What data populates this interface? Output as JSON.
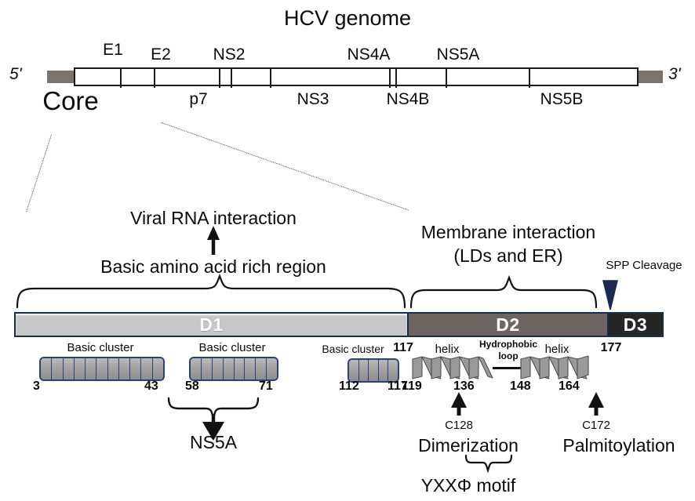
{
  "genome": {
    "title": "HCV genome",
    "five_prime": "5'",
    "three_prime": "3'",
    "labels_above": [
      "E1",
      "E2",
      "NS2",
      "NS4A",
      "NS5A"
    ],
    "labels_below": [
      "Core",
      "p7",
      "NS3",
      "NS4B",
      "NS5B"
    ],
    "segments": [
      {
        "name": "Core",
        "label": "Core"
      },
      {
        "name": "E1",
        "label": "E1"
      },
      {
        "name": "E2",
        "label": "E2"
      },
      {
        "name": "p7",
        "label": "p7"
      },
      {
        "name": "NS2",
        "label": "NS2"
      },
      {
        "name": "NS3",
        "label": "NS3"
      },
      {
        "name": "NS4A",
        "label": "NS4A"
      },
      {
        "name": "NS4B",
        "label": "NS4B"
      },
      {
        "name": "NS5A",
        "label": "NS5A"
      },
      {
        "name": "NS5B",
        "label": "NS5B"
      }
    ]
  },
  "core": {
    "headings": {
      "viral_rna": "Viral RNA interaction",
      "basic_region": "Basic amino acid rich region",
      "membrane_1": "Membrane interaction",
      "membrane_2": "(LDs and ER)",
      "spp": "SPP Cleavage"
    },
    "domains": [
      {
        "id": "D1",
        "label": "D1"
      },
      {
        "id": "D2",
        "label": "D2"
      },
      {
        "id": "D3",
        "label": "D3"
      }
    ],
    "basic_clusters": [
      {
        "label": "Basic cluster",
        "start": "3",
        "end": "43"
      },
      {
        "label": "Basic cluster",
        "start": "58",
        "end": "71"
      },
      {
        "label": "Basic cluster",
        "start": "112",
        "end": "117"
      }
    ],
    "d1_end_residue": "117",
    "d2_end_residue": "177",
    "helices": [
      {
        "label": "helix",
        "start": "119",
        "end": "136"
      },
      {
        "label": "helix",
        "start": "148",
        "end": "164"
      }
    ],
    "hydrophobic_loop": {
      "line1": "Hydrophobic",
      "line2": "loop"
    },
    "annotations": [
      {
        "name": "ns5a",
        "label": "NS5A"
      },
      {
        "name": "dimerization",
        "residue": "C128",
        "label": "Dimerization"
      },
      {
        "name": "yxxphi",
        "label": "YXXΦ motif"
      },
      {
        "name": "palmitoylation",
        "residue": "C172",
        "label": "Palmitoylation"
      }
    ]
  },
  "colors": {
    "domain_border": "#1c2a52",
    "d1_fill": "#c7c7c7",
    "d2_fill": "#6e6562",
    "d3_fill": "#262626",
    "utr_gray": "#7a736e",
    "barrel_border": "#2e4272",
    "helix_fill": "#9a9a9a",
    "ink": "#0a0a0a"
  }
}
